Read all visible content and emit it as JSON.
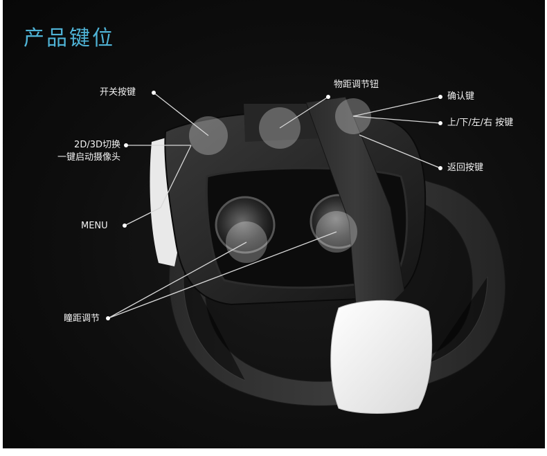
{
  "title": "产品键位",
  "labels": {
    "power_key": "开关按键",
    "switch_2d3d": "2D/3D切换",
    "one_key_camera": "一键启动摄像头",
    "menu": "MENU",
    "ipd_adjust": "瞳距调节",
    "object_distance_knob": "物距调节钮",
    "confirm_key": "确认键",
    "direction_keys": "上/下/左/右 按键",
    "back_key": "返回按键"
  }
}
